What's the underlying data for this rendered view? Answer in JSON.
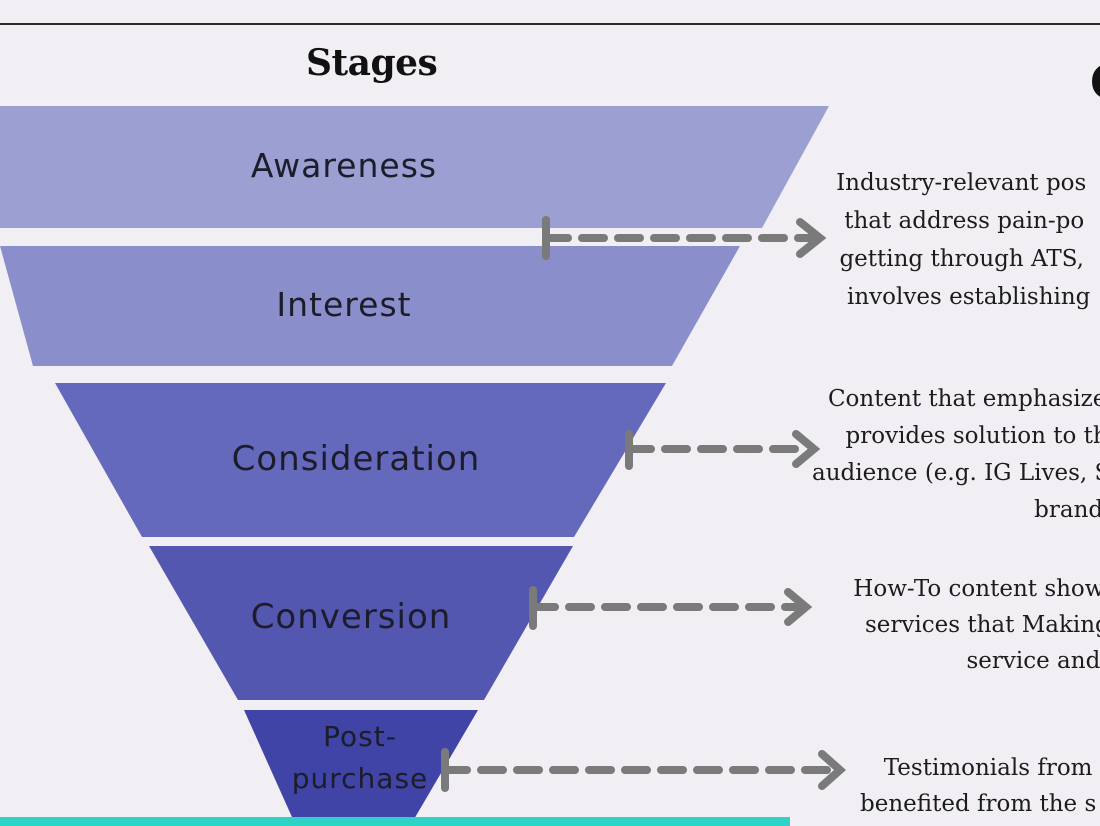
{
  "title": "Stages",
  "stages": [
    {
      "label": "Awareness",
      "color": "#9b9fd2"
    },
    {
      "label": "Interest",
      "color": "#8a8fcb"
    },
    {
      "label": "Consideration",
      "color": "#6469bc"
    },
    {
      "label": "Conversion",
      "color": "#5357b0"
    },
    {
      "label_line1": "Post-",
      "label_line2": "purchase",
      "color": "#3f44a6"
    }
  ],
  "descriptions": [
    {
      "lines": [
        "Industry-relevant pos",
        "that address pain-po",
        "getting through ATS,",
        "involves establishing"
      ]
    },
    {
      "lines": [
        "Content that emphasize",
        "provides solution to th",
        "audience (e.g. IG Lives, S",
        "brand"
      ]
    },
    {
      "lines": [
        "How-To content show",
        "services that Making",
        "service and"
      ]
    },
    {
      "lines": [
        "Testimonials from",
        "benefited from the s"
      ]
    }
  ],
  "colors": {
    "background": "#f1eff4",
    "arrow": "#7a7a7a",
    "accent_bar": "#2ed3c5"
  }
}
